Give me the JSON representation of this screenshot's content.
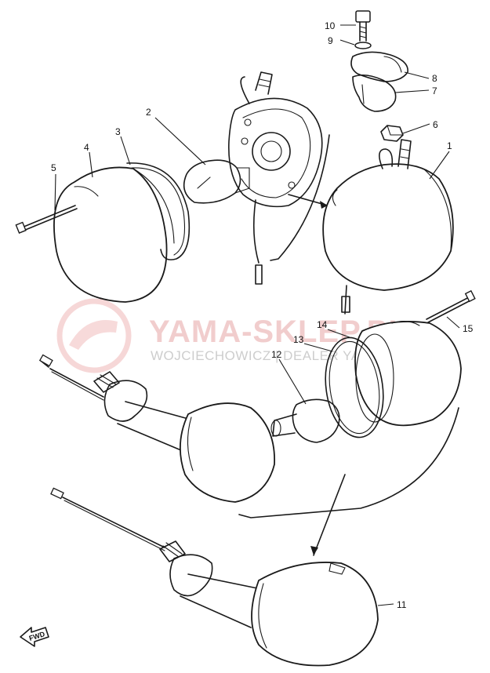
{
  "part_labels": [
    {
      "id": "1",
      "text": "1"
    },
    {
      "id": "2",
      "text": "2"
    },
    {
      "id": "3",
      "text": "3"
    },
    {
      "id": "4",
      "text": "4"
    },
    {
      "id": "5",
      "text": "5"
    },
    {
      "id": "6",
      "text": "6"
    },
    {
      "id": "7",
      "text": "7"
    },
    {
      "id": "8",
      "text": "8"
    },
    {
      "id": "9",
      "text": "9"
    },
    {
      "id": "10",
      "text": "10"
    },
    {
      "id": "11",
      "text": "11"
    },
    {
      "id": "12",
      "text": "12"
    },
    {
      "id": "13",
      "text": "13"
    },
    {
      "id": "14",
      "text": "14"
    },
    {
      "id": "15",
      "text": "15"
    }
  ],
  "watermark": {
    "title": "YAMA-SKLEP.PL",
    "subtitle": "WOJCIECHOWICZ | DEALER YAMAHA",
    "color": "#e6a6a6"
  },
  "direction_badge": {
    "text": "FWD",
    "icon": "forward-arrow-icon"
  }
}
